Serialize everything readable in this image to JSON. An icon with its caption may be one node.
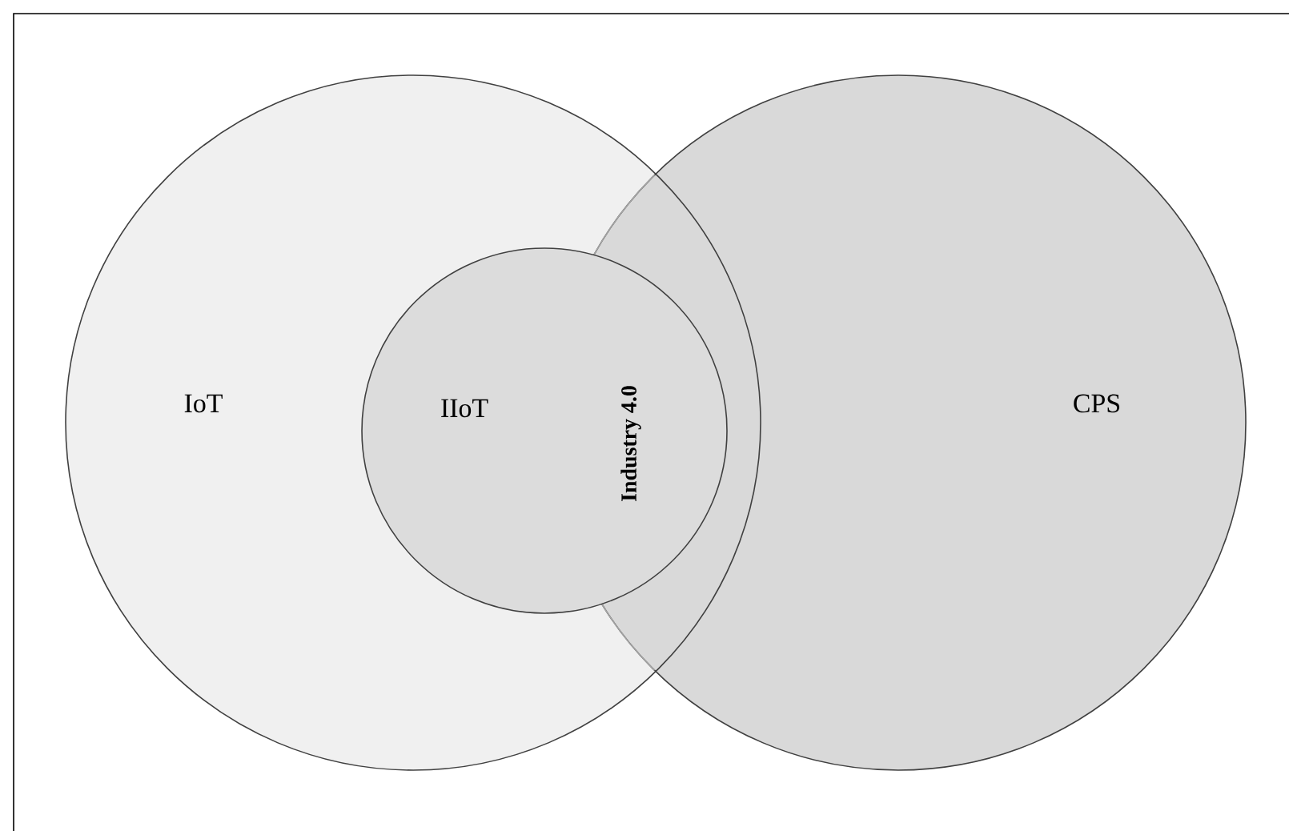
{
  "diagram": {
    "nodes": [
      {
        "text": [
          "IoT"
        ]
      },
      {
        "text": [
          "IIoT"
        ],
        "in": 0
      },
      {
        "text": [
          "CPS"
        ]
      }
    ],
    "labels": [
      "Industry 4.0"
    ]
  }
}
